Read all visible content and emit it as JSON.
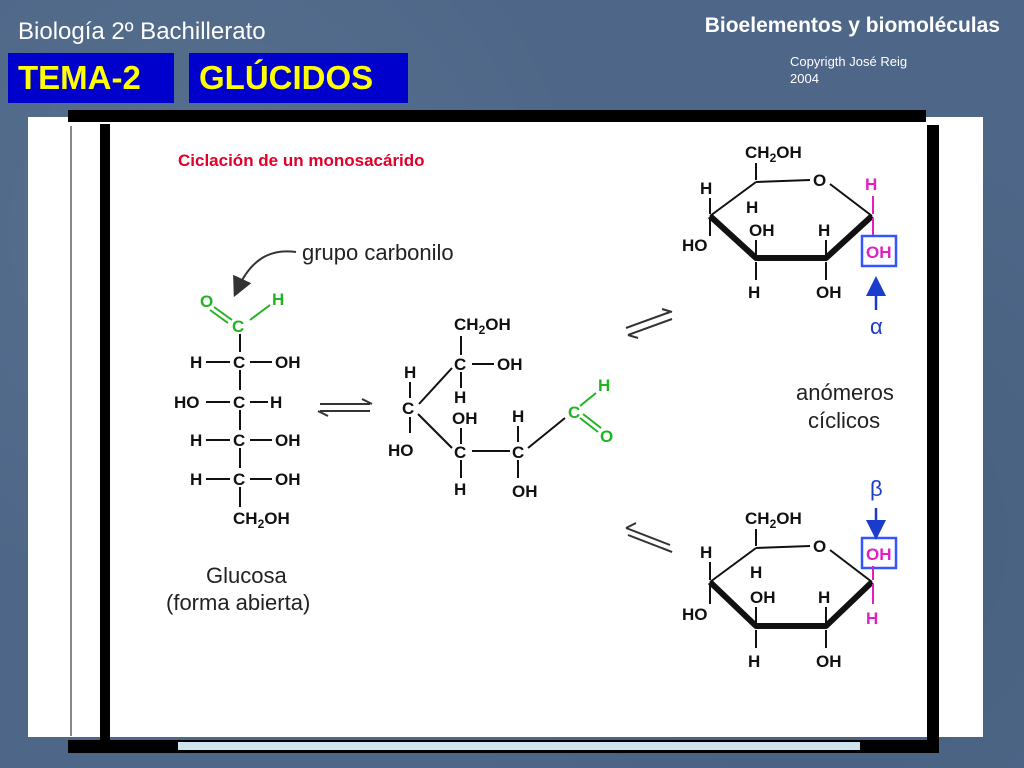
{
  "header": {
    "course": "Biología 2º Bachillerato",
    "topic": "Bioelementos y biomoléculas",
    "copyright_line1": "Copyrigth José Reig",
    "copyright_line2": "2004",
    "tag1": "TEMA-2",
    "tag2": "GLÚCIDOS"
  },
  "figure": {
    "title": "Ciclación de un monosacárido",
    "carbonyl_label": "grupo  carbonilo",
    "glucose_label1": "Glucosa",
    "glucose_label2": "(forma abierta)",
    "anomers_label1": "anómeros",
    "anomers_label2": "cíclicos",
    "alpha": "α",
    "beta": "β"
  },
  "colors": {
    "tag_bg": "#0000cc",
    "tag_text": "#ffff00",
    "title_red": "#e0002a",
    "carbonyl_green": "#22b422",
    "anomeric_pink": "#e020c0",
    "highlight_blue": "#3355ff"
  }
}
